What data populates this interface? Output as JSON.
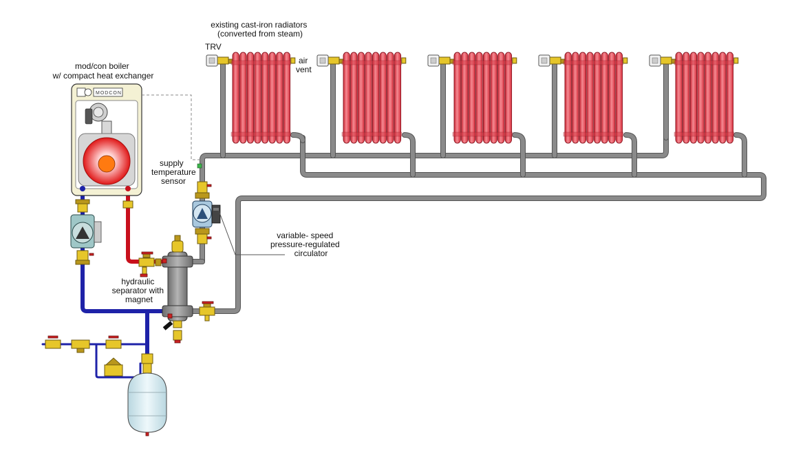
{
  "labels": {
    "radiators": "existing cast-iron radiators\n(converted from steam)",
    "trv": "TRV",
    "air_vent": "air\nvent",
    "boiler": "mod/con boiler\nw/ compact heat exchanger",
    "boiler_panel": "MODCON",
    "sensor": "supply\ntemperature\nsensor",
    "circulator": "variable- speed\npressure-regulated\ncirculator",
    "separator": "hydraulic\nseparator with\nmagnet"
  },
  "radiators": {
    "count": 5,
    "sections_per_radiator": 8
  },
  "colors": {
    "radiator": "#e8434f",
    "radiator_light": "#f58a92",
    "supply_pipe": "#c8101c",
    "return_pipe": "#1e22a8",
    "system_pipe": "#8a8a8a",
    "brass": "#e6c62a",
    "boiler_cabinet": "#f4f1d4",
    "separator": "#8c8c8c",
    "expansion_tank": "#dbeef4"
  }
}
